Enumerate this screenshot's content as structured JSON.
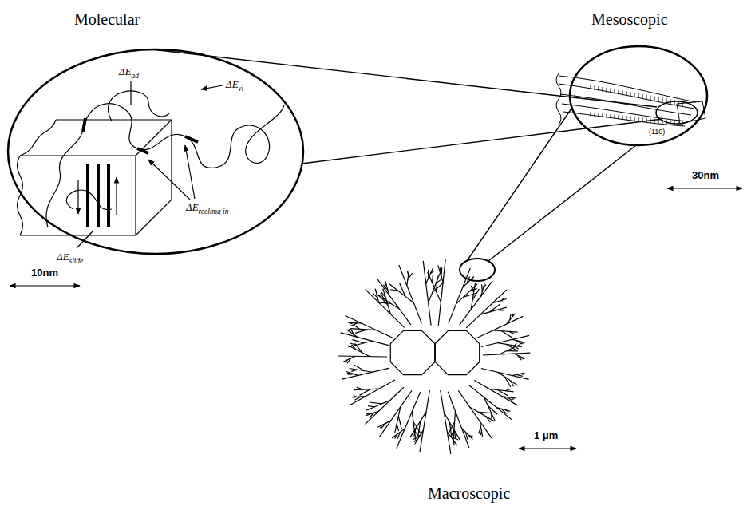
{
  "diagram": {
    "labels": [
      "Molecular",
      "ΔEad",
      "ΔEvi",
      "ΔEreelimg in",
      "ΔEslide",
      "10nm",
      "Mesoscopic",
      "(110)",
      "30nm",
      "1 μm",
      "Macroscopic"
    ]
  }
}
